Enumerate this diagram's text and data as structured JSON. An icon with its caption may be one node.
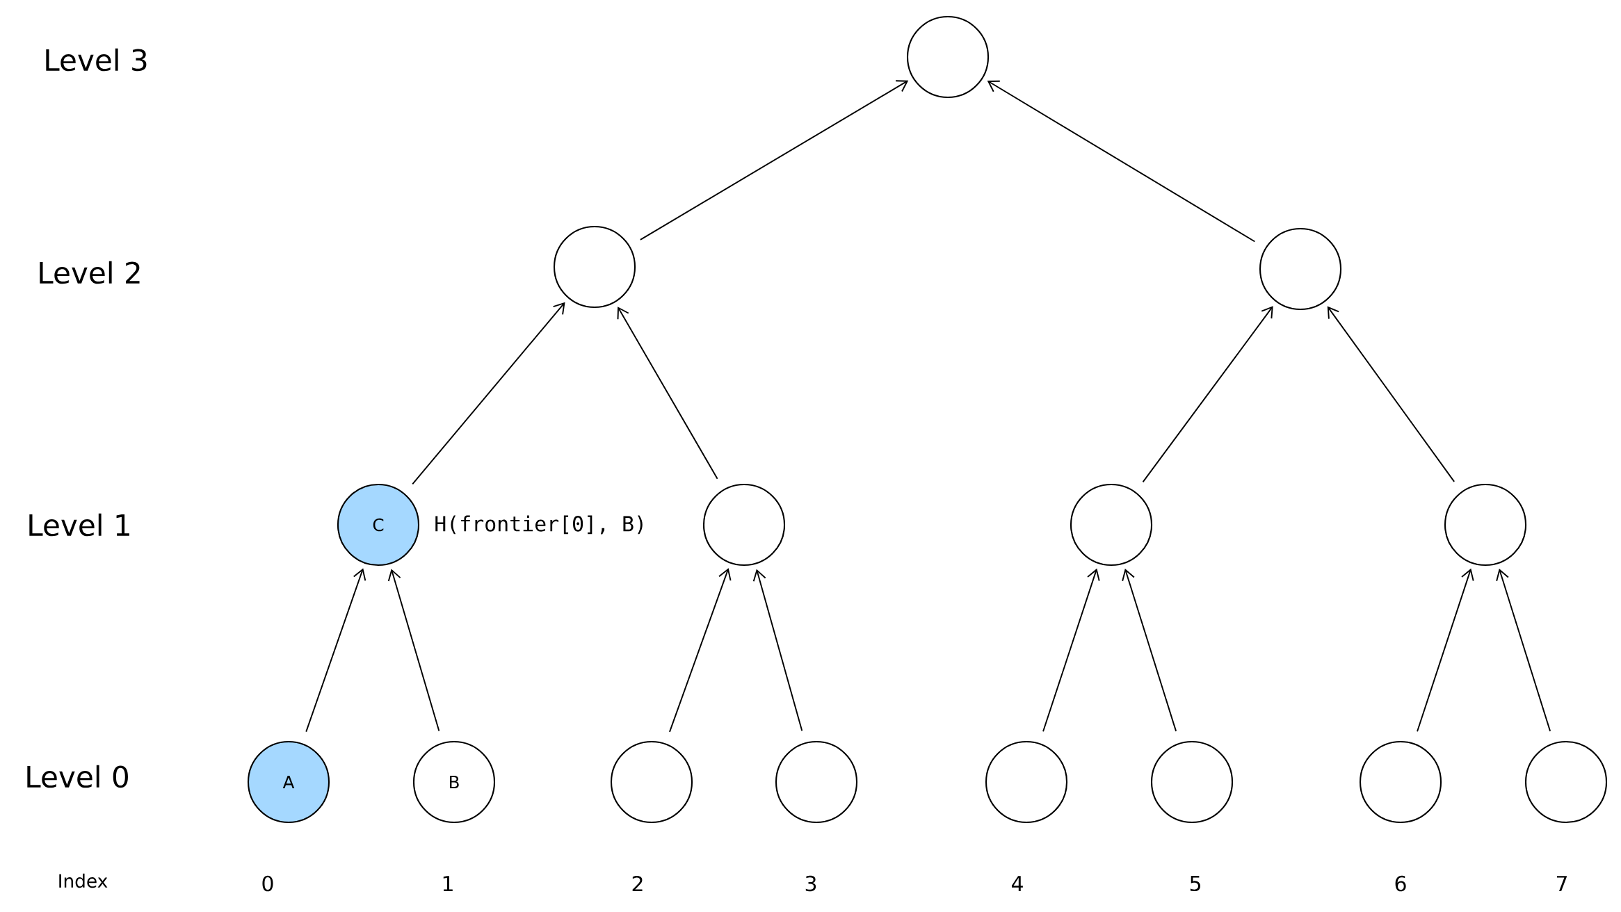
{
  "diagram": {
    "nodes": [
      {
        "text": [],
        "shape": "circle"
      },
      {
        "text": [],
        "shape": "circle"
      },
      {
        "text": [],
        "shape": "circle"
      },
      {
        "text": [
          "C"
        ],
        "beside": [
          "H(frontier[0], B)"
        ]
      },
      {
        "text": [],
        "shape": "circle"
      },
      {
        "text": [],
        "shape": "circle"
      },
      {
        "text": [],
        "shape": "circle"
      },
      {
        "text": [
          "A"
        ]
      },
      {
        "text": [
          "B"
        ]
      },
      {
        "text": [],
        "shape": "circle"
      },
      {
        "text": [],
        "shape": "circle"
      },
      {
        "text": [],
        "shape": "circle"
      },
      {
        "text": [],
        "shape": "circle"
      },
      {
        "text": [],
        "shape": "circle"
      },
      {
        "text": [],
        "shape": "circle"
      }
    ],
    "edges": [
      {
        "from": 1,
        "to": 0,
        "arrow": "to"
      },
      {
        "from": 2,
        "to": 0,
        "arrow": "to"
      },
      {
        "from": 3,
        "to": 1,
        "arrow": "to"
      },
      {
        "from": 4,
        "to": 1,
        "arrow": "to"
      },
      {
        "from": 5,
        "to": 2,
        "arrow": "to"
      },
      {
        "from": 6,
        "to": 2,
        "arrow": "to"
      },
      {
        "from": 7,
        "to": 3,
        "arrow": "to"
      },
      {
        "from": 8,
        "to": 3,
        "arrow": "to"
      },
      {
        "from": 9,
        "to": 4,
        "arrow": "to"
      },
      {
        "from": 10,
        "to": 4,
        "arrow": "to"
      },
      {
        "from": 11,
        "to": 5,
        "arrow": "to"
      },
      {
        "from": 12,
        "to": 5,
        "arrow": "to"
      },
      {
        "from": 13,
        "to": 6,
        "arrow": "to"
      },
      {
        "from": 14,
        "to": 6,
        "arrow": "to"
      }
    ],
    "labels": [
      "Level 3",
      "Level 2",
      "Level 1",
      "Level 0",
      "Index",
      "0",
      "1",
      "2",
      "3",
      "4",
      "5",
      "6",
      "7"
    ]
  }
}
